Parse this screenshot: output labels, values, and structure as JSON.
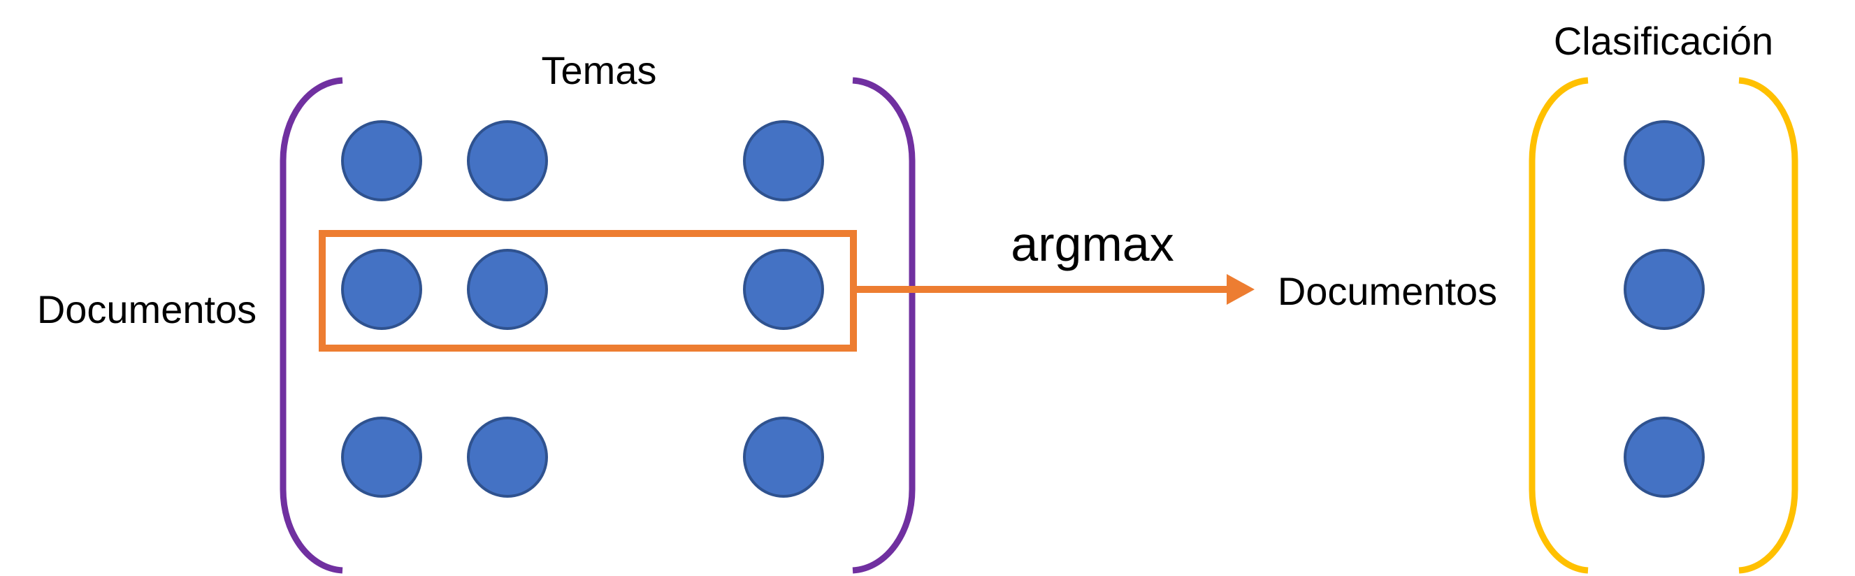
{
  "labels": {
    "matrix_top": "Temas",
    "matrix_left": "Documentos",
    "operation": "argmax",
    "result_left": "Documentos",
    "result_top": "Clasificación"
  },
  "colors": {
    "dot_fill": "#4472C4",
    "dot_stroke": "#2F528F",
    "matrix_bracket": "#7030A0",
    "highlight": "#ED7D31",
    "result_bracket": "#FFC000",
    "text": "#000000"
  },
  "matrix": {
    "rows": 3,
    "columns": 3,
    "highlighted_row": 2
  },
  "result_vector": {
    "rows": 3
  }
}
